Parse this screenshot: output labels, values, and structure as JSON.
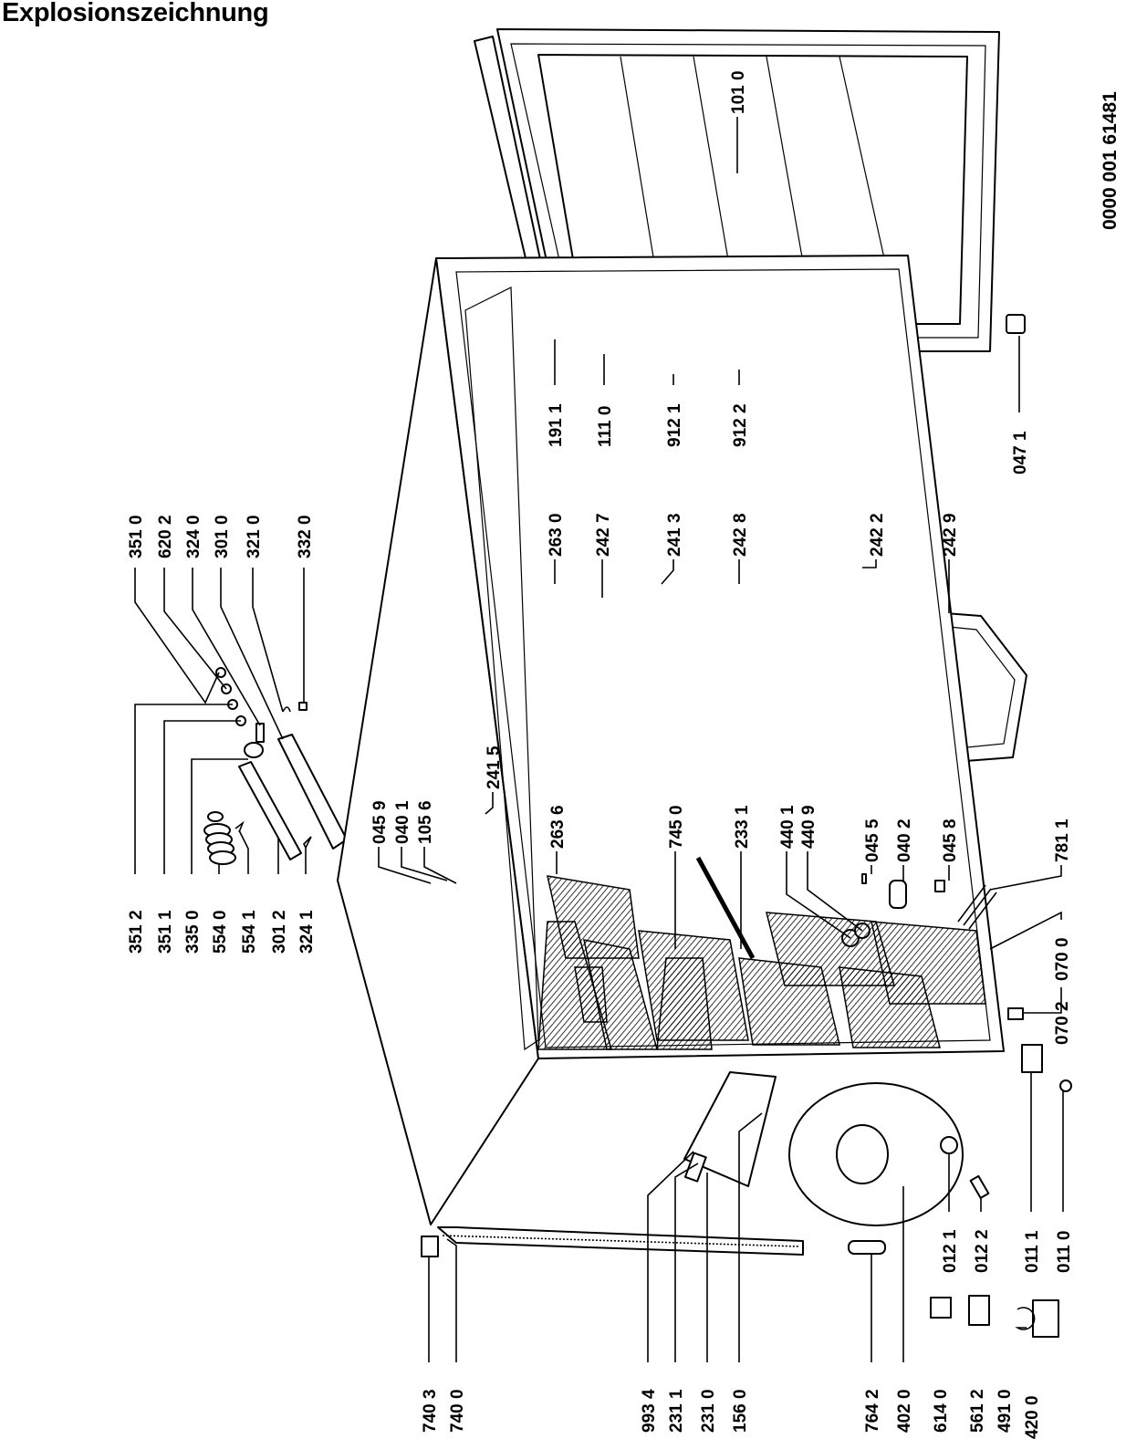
{
  "title": "Explosionszeichnung",
  "document_number": "0000 001 61481",
  "labels": {
    "l3510": "351 0",
    "l6202": "620 2",
    "l3240": "324 0",
    "l3010": "301 0",
    "l3210": "321 0",
    "l3320": "332 0",
    "l3512": "351 2",
    "l3511": "351 1",
    "l3350": "335 0",
    "l5540": "554 0",
    "l5541": "554 1",
    "l3012": "301 2",
    "l3241": "324 1",
    "l0459": "045 9",
    "l0401": "040 1",
    "l1056": "105 6",
    "l2415": "241 5",
    "l2636": "263 6",
    "l7450": "745 0",
    "l2331": "233 1",
    "l4401": "440 1",
    "l4409": "440 9",
    "l0455": "045 5",
    "l0402": "040 2",
    "l0458": "045 8",
    "l7811": "781 1",
    "l0700": "070 0",
    "l0702": "070 2",
    "l0121": "012 1",
    "l0122": "012 2",
    "l0111": "011 1",
    "l0110": "011 0",
    "l7403": "740 3",
    "l7400": "740 0",
    "l9934": "993 4",
    "l2311": "231 1",
    "l2310": "231 0",
    "l1560": "156 0",
    "l7642": "764 2",
    "l4020": "402 0",
    "l6140": "614 0",
    "l5612": "561 2",
    "l4910": "491 0",
    "l4200": "420 0",
    "l2630": "263 0",
    "l2427": "242 7",
    "l2413": "241 3",
    "l2428": "242 8",
    "l2422": "242 2",
    "l2429": "242 9",
    "l1911": "191 1",
    "l1110": "111 0",
    "l9121": "912 1",
    "l9122": "912 2",
    "l0471": "047 1",
    "l1010": "101 0"
  }
}
